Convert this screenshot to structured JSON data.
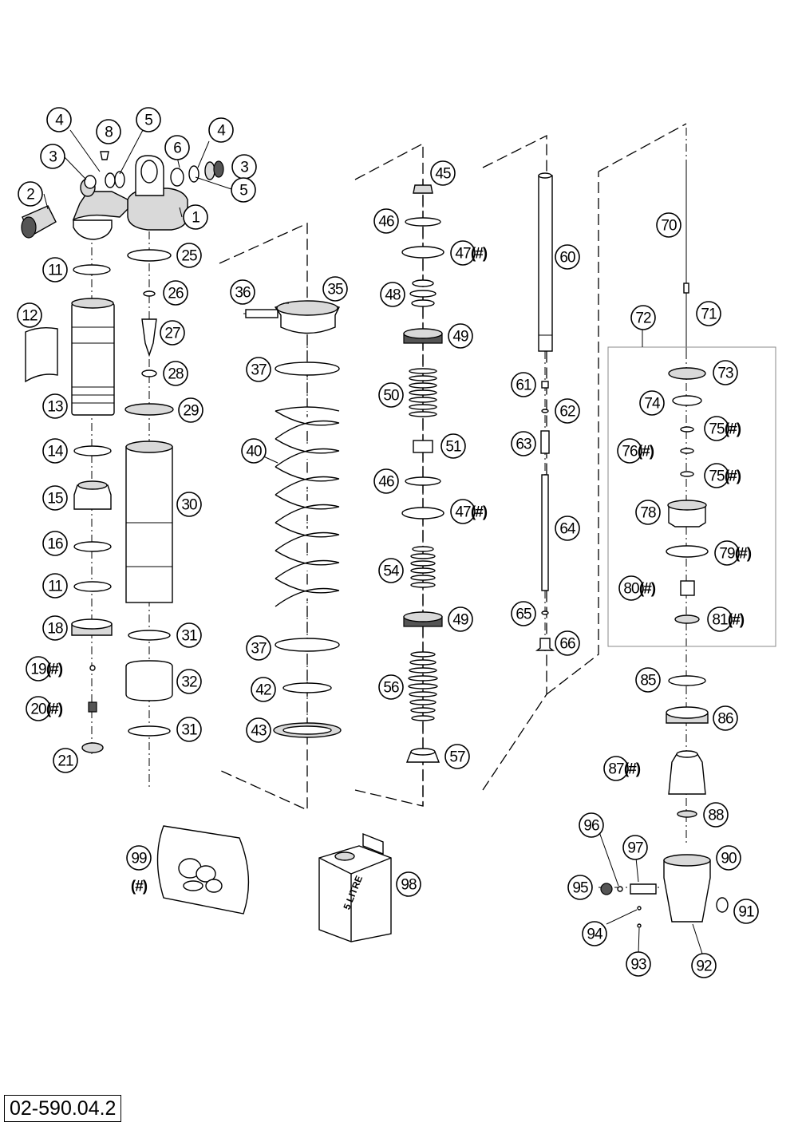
{
  "document_number": "02-590.04.2",
  "optional_mark": "(#)",
  "oil_can_label": "5 LITRE",
  "callouts": [
    {
      "id": "1",
      "optional": false
    },
    {
      "id": "2",
      "optional": false
    },
    {
      "id": "3",
      "optional": false
    },
    {
      "id": "3",
      "optional": false
    },
    {
      "id": "4",
      "optional": false
    },
    {
      "id": "4",
      "optional": false
    },
    {
      "id": "5",
      "optional": false
    },
    {
      "id": "5",
      "optional": false
    },
    {
      "id": "6",
      "optional": false
    },
    {
      "id": "8",
      "optional": false
    },
    {
      "id": "11",
      "optional": false
    },
    {
      "id": "11",
      "optional": false
    },
    {
      "id": "12",
      "optional": false
    },
    {
      "id": "13",
      "optional": false
    },
    {
      "id": "14",
      "optional": false
    },
    {
      "id": "15",
      "optional": false
    },
    {
      "id": "16",
      "optional": false
    },
    {
      "id": "18",
      "optional": false
    },
    {
      "id": "19",
      "optional": true
    },
    {
      "id": "20",
      "optional": true
    },
    {
      "id": "21",
      "optional": false
    },
    {
      "id": "25",
      "optional": false
    },
    {
      "id": "26",
      "optional": false
    },
    {
      "id": "27",
      "optional": false
    },
    {
      "id": "28",
      "optional": false
    },
    {
      "id": "29",
      "optional": false
    },
    {
      "id": "30",
      "optional": false
    },
    {
      "id": "31",
      "optional": false
    },
    {
      "id": "31",
      "optional": false
    },
    {
      "id": "32",
      "optional": false
    },
    {
      "id": "35",
      "optional": false
    },
    {
      "id": "36",
      "optional": false
    },
    {
      "id": "37",
      "optional": false
    },
    {
      "id": "37",
      "optional": false
    },
    {
      "id": "40",
      "optional": false
    },
    {
      "id": "42",
      "optional": false
    },
    {
      "id": "43",
      "optional": false
    },
    {
      "id": "45",
      "optional": false
    },
    {
      "id": "46",
      "optional": false
    },
    {
      "id": "46",
      "optional": false
    },
    {
      "id": "47",
      "optional": true
    },
    {
      "id": "47",
      "optional": true
    },
    {
      "id": "48",
      "optional": false
    },
    {
      "id": "49",
      "optional": false
    },
    {
      "id": "49",
      "optional": false
    },
    {
      "id": "50",
      "optional": false
    },
    {
      "id": "51",
      "optional": false
    },
    {
      "id": "54",
      "optional": false
    },
    {
      "id": "56",
      "optional": false
    },
    {
      "id": "57",
      "optional": false
    },
    {
      "id": "60",
      "optional": false
    },
    {
      "id": "61",
      "optional": false
    },
    {
      "id": "62",
      "optional": false
    },
    {
      "id": "63",
      "optional": false
    },
    {
      "id": "64",
      "optional": false
    },
    {
      "id": "65",
      "optional": false
    },
    {
      "id": "66",
      "optional": false
    },
    {
      "id": "70",
      "optional": false
    },
    {
      "id": "71",
      "optional": false
    },
    {
      "id": "72",
      "optional": false
    },
    {
      "id": "73",
      "optional": false
    },
    {
      "id": "74",
      "optional": false
    },
    {
      "id": "75",
      "optional": true
    },
    {
      "id": "75",
      "optional": true
    },
    {
      "id": "76",
      "optional": true
    },
    {
      "id": "78",
      "optional": false
    },
    {
      "id": "79",
      "optional": true
    },
    {
      "id": "80",
      "optional": true
    },
    {
      "id": "81",
      "optional": true
    },
    {
      "id": "85",
      "optional": false
    },
    {
      "id": "86",
      "optional": false
    },
    {
      "id": "87",
      "optional": true
    },
    {
      "id": "88",
      "optional": false
    },
    {
      "id": "90",
      "optional": false
    },
    {
      "id": "91",
      "optional": false
    },
    {
      "id": "92",
      "optional": false
    },
    {
      "id": "93",
      "optional": false
    },
    {
      "id": "94",
      "optional": false
    },
    {
      "id": "95",
      "optional": false
    },
    {
      "id": "96",
      "optional": false
    },
    {
      "id": "97",
      "optional": false
    },
    {
      "id": "98",
      "optional": false
    },
    {
      "id": "99",
      "optional": true
    }
  ]
}
